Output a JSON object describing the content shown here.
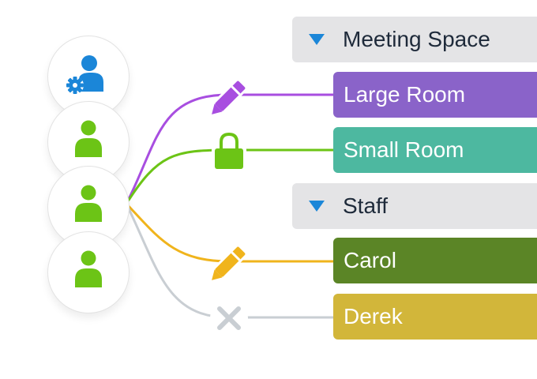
{
  "icons": {
    "admin_avatar": "user-gear-icon",
    "user_avatar": "user-icon",
    "edit": "pencil-icon",
    "locked": "lock-icon",
    "no_access": "x-icon"
  },
  "colors": {
    "admin": "#1b86d8",
    "user": "#6cc416",
    "purple": "#a84ee0",
    "green": "#6cc416",
    "yellow": "#f0b41c",
    "gray": "#c9ced3"
  },
  "groups": [
    {
      "header": "Meeting Space",
      "items": [
        {
          "label": "Large Room",
          "color": "#8a63c9"
        },
        {
          "label": "Small Room",
          "color": "#4db8a0"
        }
      ]
    },
    {
      "header": "Staff",
      "items": [
        {
          "label": "Carol",
          "color": "#5b8526"
        },
        {
          "label": "Derek",
          "color": "#d2b63a"
        }
      ]
    }
  ]
}
